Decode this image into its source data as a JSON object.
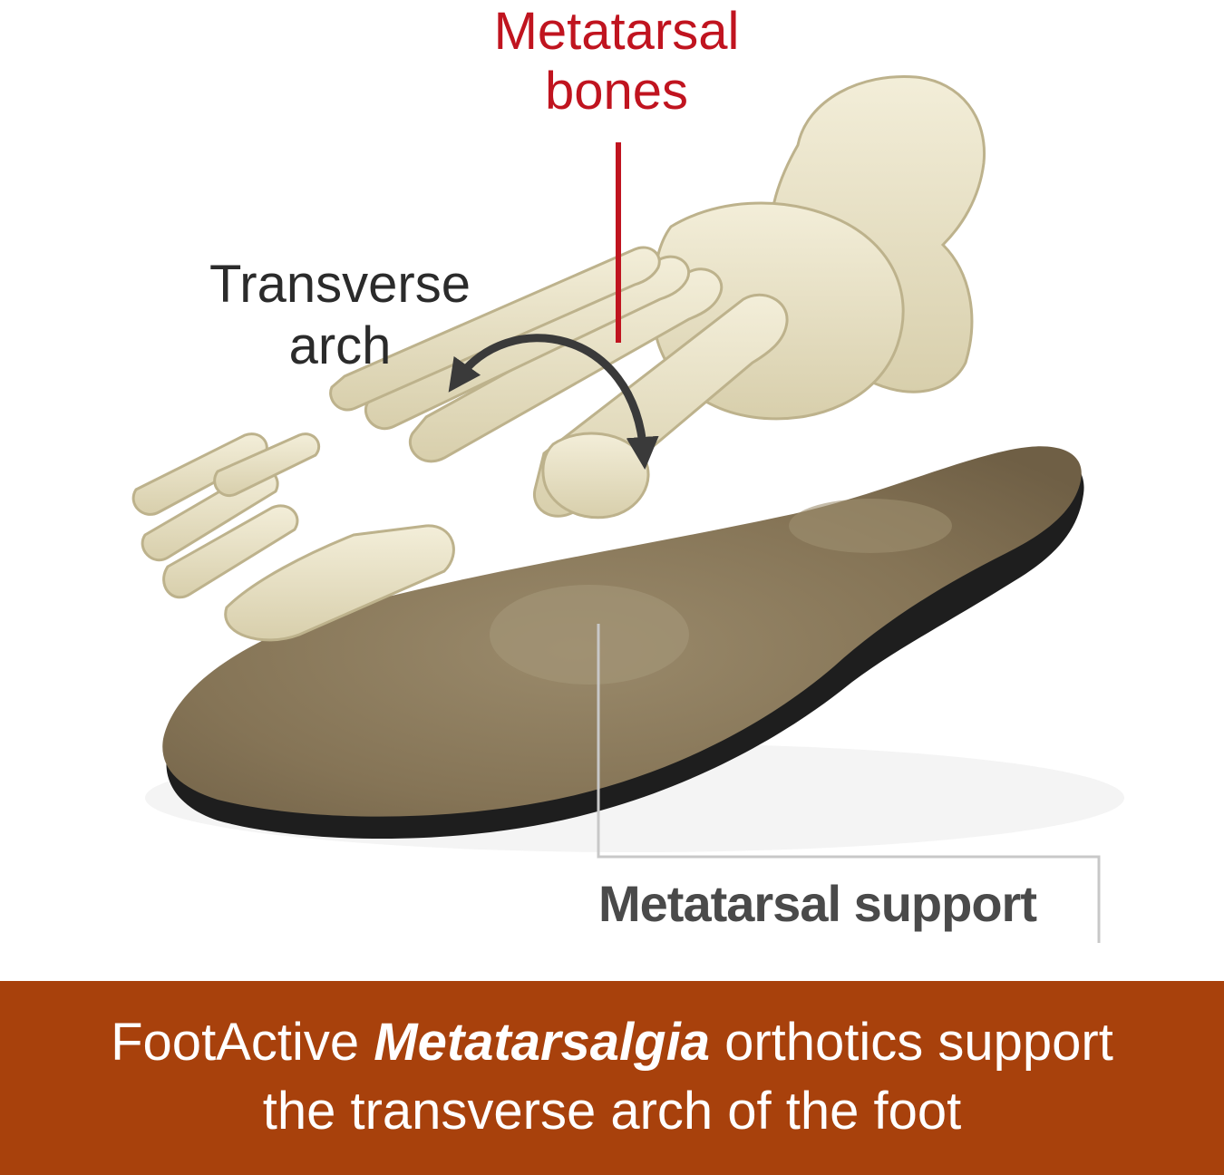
{
  "labels": {
    "metatarsal_bones_line1": "Metatarsal",
    "metatarsal_bones_line2": "bones",
    "transverse_arch_line1": "Transverse",
    "transverse_arch_line2": "arch",
    "metatarsal_support": "Metatarsal support"
  },
  "banner": {
    "line1_prefix": "FootActive ",
    "line1_emphasis": "Metatarsalgia",
    "line1_suffix": " orthotics support",
    "line2": "the transverse arch of the foot"
  },
  "colors": {
    "banner_background": "#a8410c",
    "bones_label": "#c0141f",
    "arch_label": "#2b2b2b",
    "support_label": "#4a4a4a",
    "bone": "#e9e2c6",
    "insole_suede": "#8c7b5c",
    "insole_base": "#1e1e1e"
  }
}
